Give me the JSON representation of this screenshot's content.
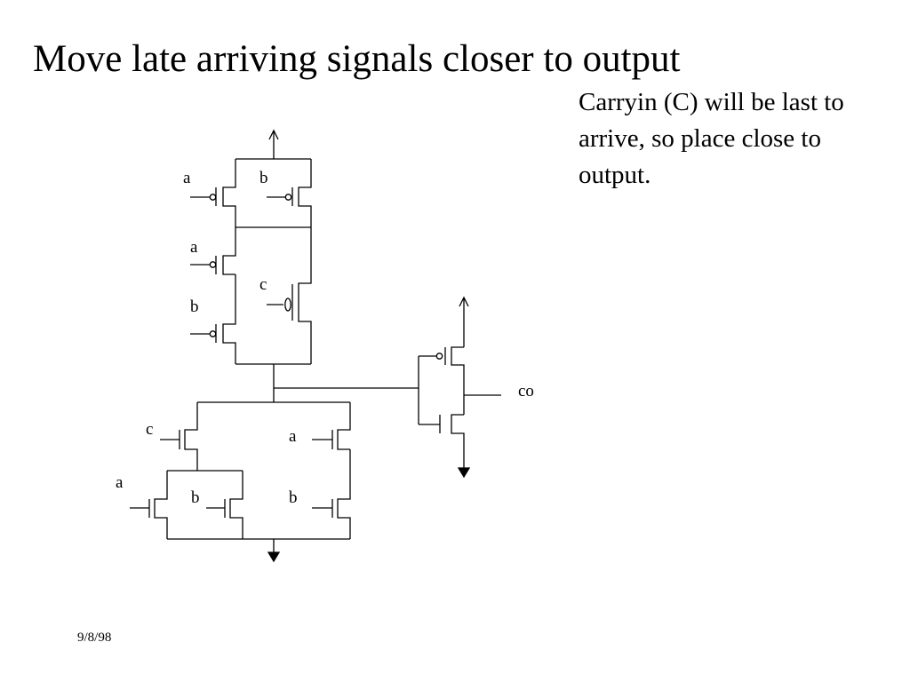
{
  "slide": {
    "title": "Move late arriving signals closer to output",
    "note_lines": [
      "Carryin (C) will be last to",
      "arrive, so place close to",
      "output."
    ],
    "date": "9/8/98"
  },
  "circuit": {
    "pullup_labels": {
      "a1": "a",
      "b1": "b",
      "a2": "a",
      "c": "c",
      "b2": "b"
    },
    "pulldown_labels": {
      "c": "c",
      "a_right": "a",
      "a_left": "a",
      "b_inner": "b",
      "b_right": "b"
    },
    "output_label": "co"
  }
}
